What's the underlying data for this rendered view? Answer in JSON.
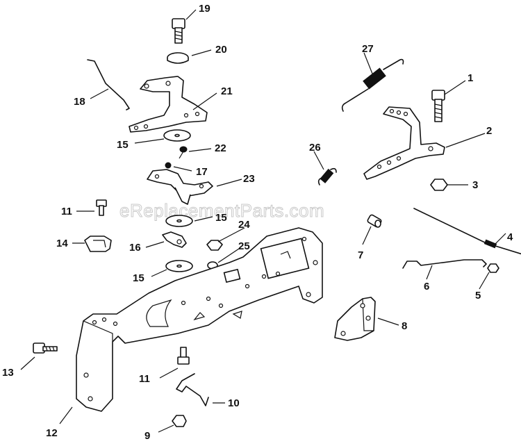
{
  "watermark": "eReplacementParts.com",
  "colors": {
    "line": "#111111",
    "background": "#ffffff",
    "watermark": "#c9c9c9"
  },
  "callouts": [
    "1",
    "2",
    "3",
    "4",
    "5",
    "6",
    "7",
    "8",
    "9",
    "10",
    "11",
    "11",
    "12",
    "13",
    "14",
    "15",
    "15",
    "15",
    "16",
    "17",
    "18",
    "19",
    "20",
    "21",
    "22",
    "23",
    "24",
    "25",
    "26",
    "27"
  ]
}
